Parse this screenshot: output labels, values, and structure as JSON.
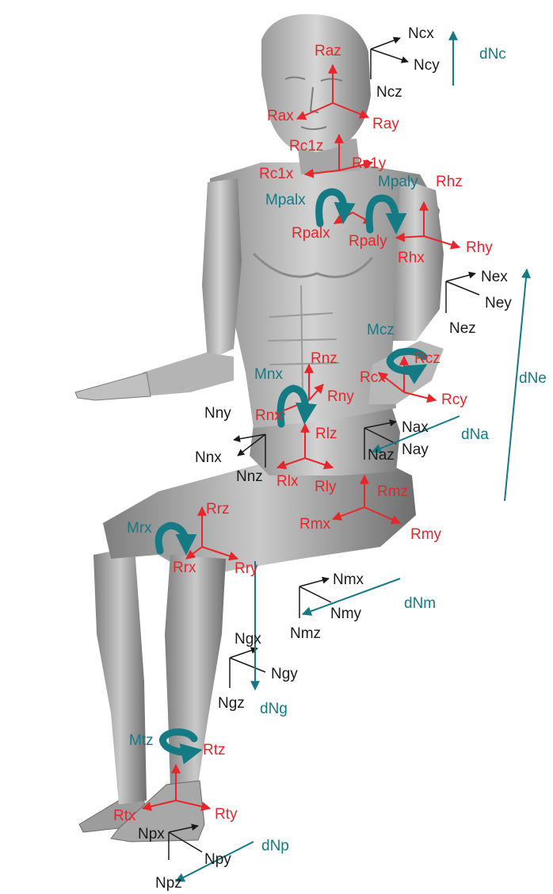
{
  "colors": {
    "body_light": "#c8c8c8",
    "body_mid": "#9a9a9a",
    "body_dark": "#5e5e5e",
    "red_axes": "#e8262a",
    "black_axes": "#1a1a1a",
    "teal": "#147a84",
    "background": "#ffffff"
  },
  "labels": {
    "red": [
      "Raz",
      "Rax",
      "Ray",
      "Rc1z",
      "Rc1x",
      "Rc1y",
      "Rhz",
      "Rhy",
      "Rhx",
      "Rpalx",
      "Rpaly",
      "Rnz",
      "Rcz",
      "Rcx",
      "Rny",
      "Rcy",
      "Rnx",
      "Rlz",
      "Rlx",
      "Rly",
      "Rmz",
      "Rmx",
      "Rmy",
      "Rrz",
      "Rrx",
      "Rry",
      "Rtz",
      "Rtx",
      "Rty"
    ],
    "black": [
      "Ncx",
      "Ncy",
      "Ncz",
      "Nex",
      "Ney",
      "Nez",
      "Nax",
      "Nay",
      "Naz",
      "Nny",
      "Nnx",
      "Nnz",
      "Nmx",
      "Nmy",
      "Nmz",
      "Ngx",
      "Ngy",
      "Ngz",
      "Npx",
      "Npy",
      "Npz"
    ],
    "teal": [
      "dNc",
      "Mpalx",
      "Mpaly",
      "Mcz",
      "dNe",
      "Mnx",
      "dNa",
      "Mrx",
      "dNm",
      "dNg",
      "Mtz",
      "dNp"
    ]
  }
}
